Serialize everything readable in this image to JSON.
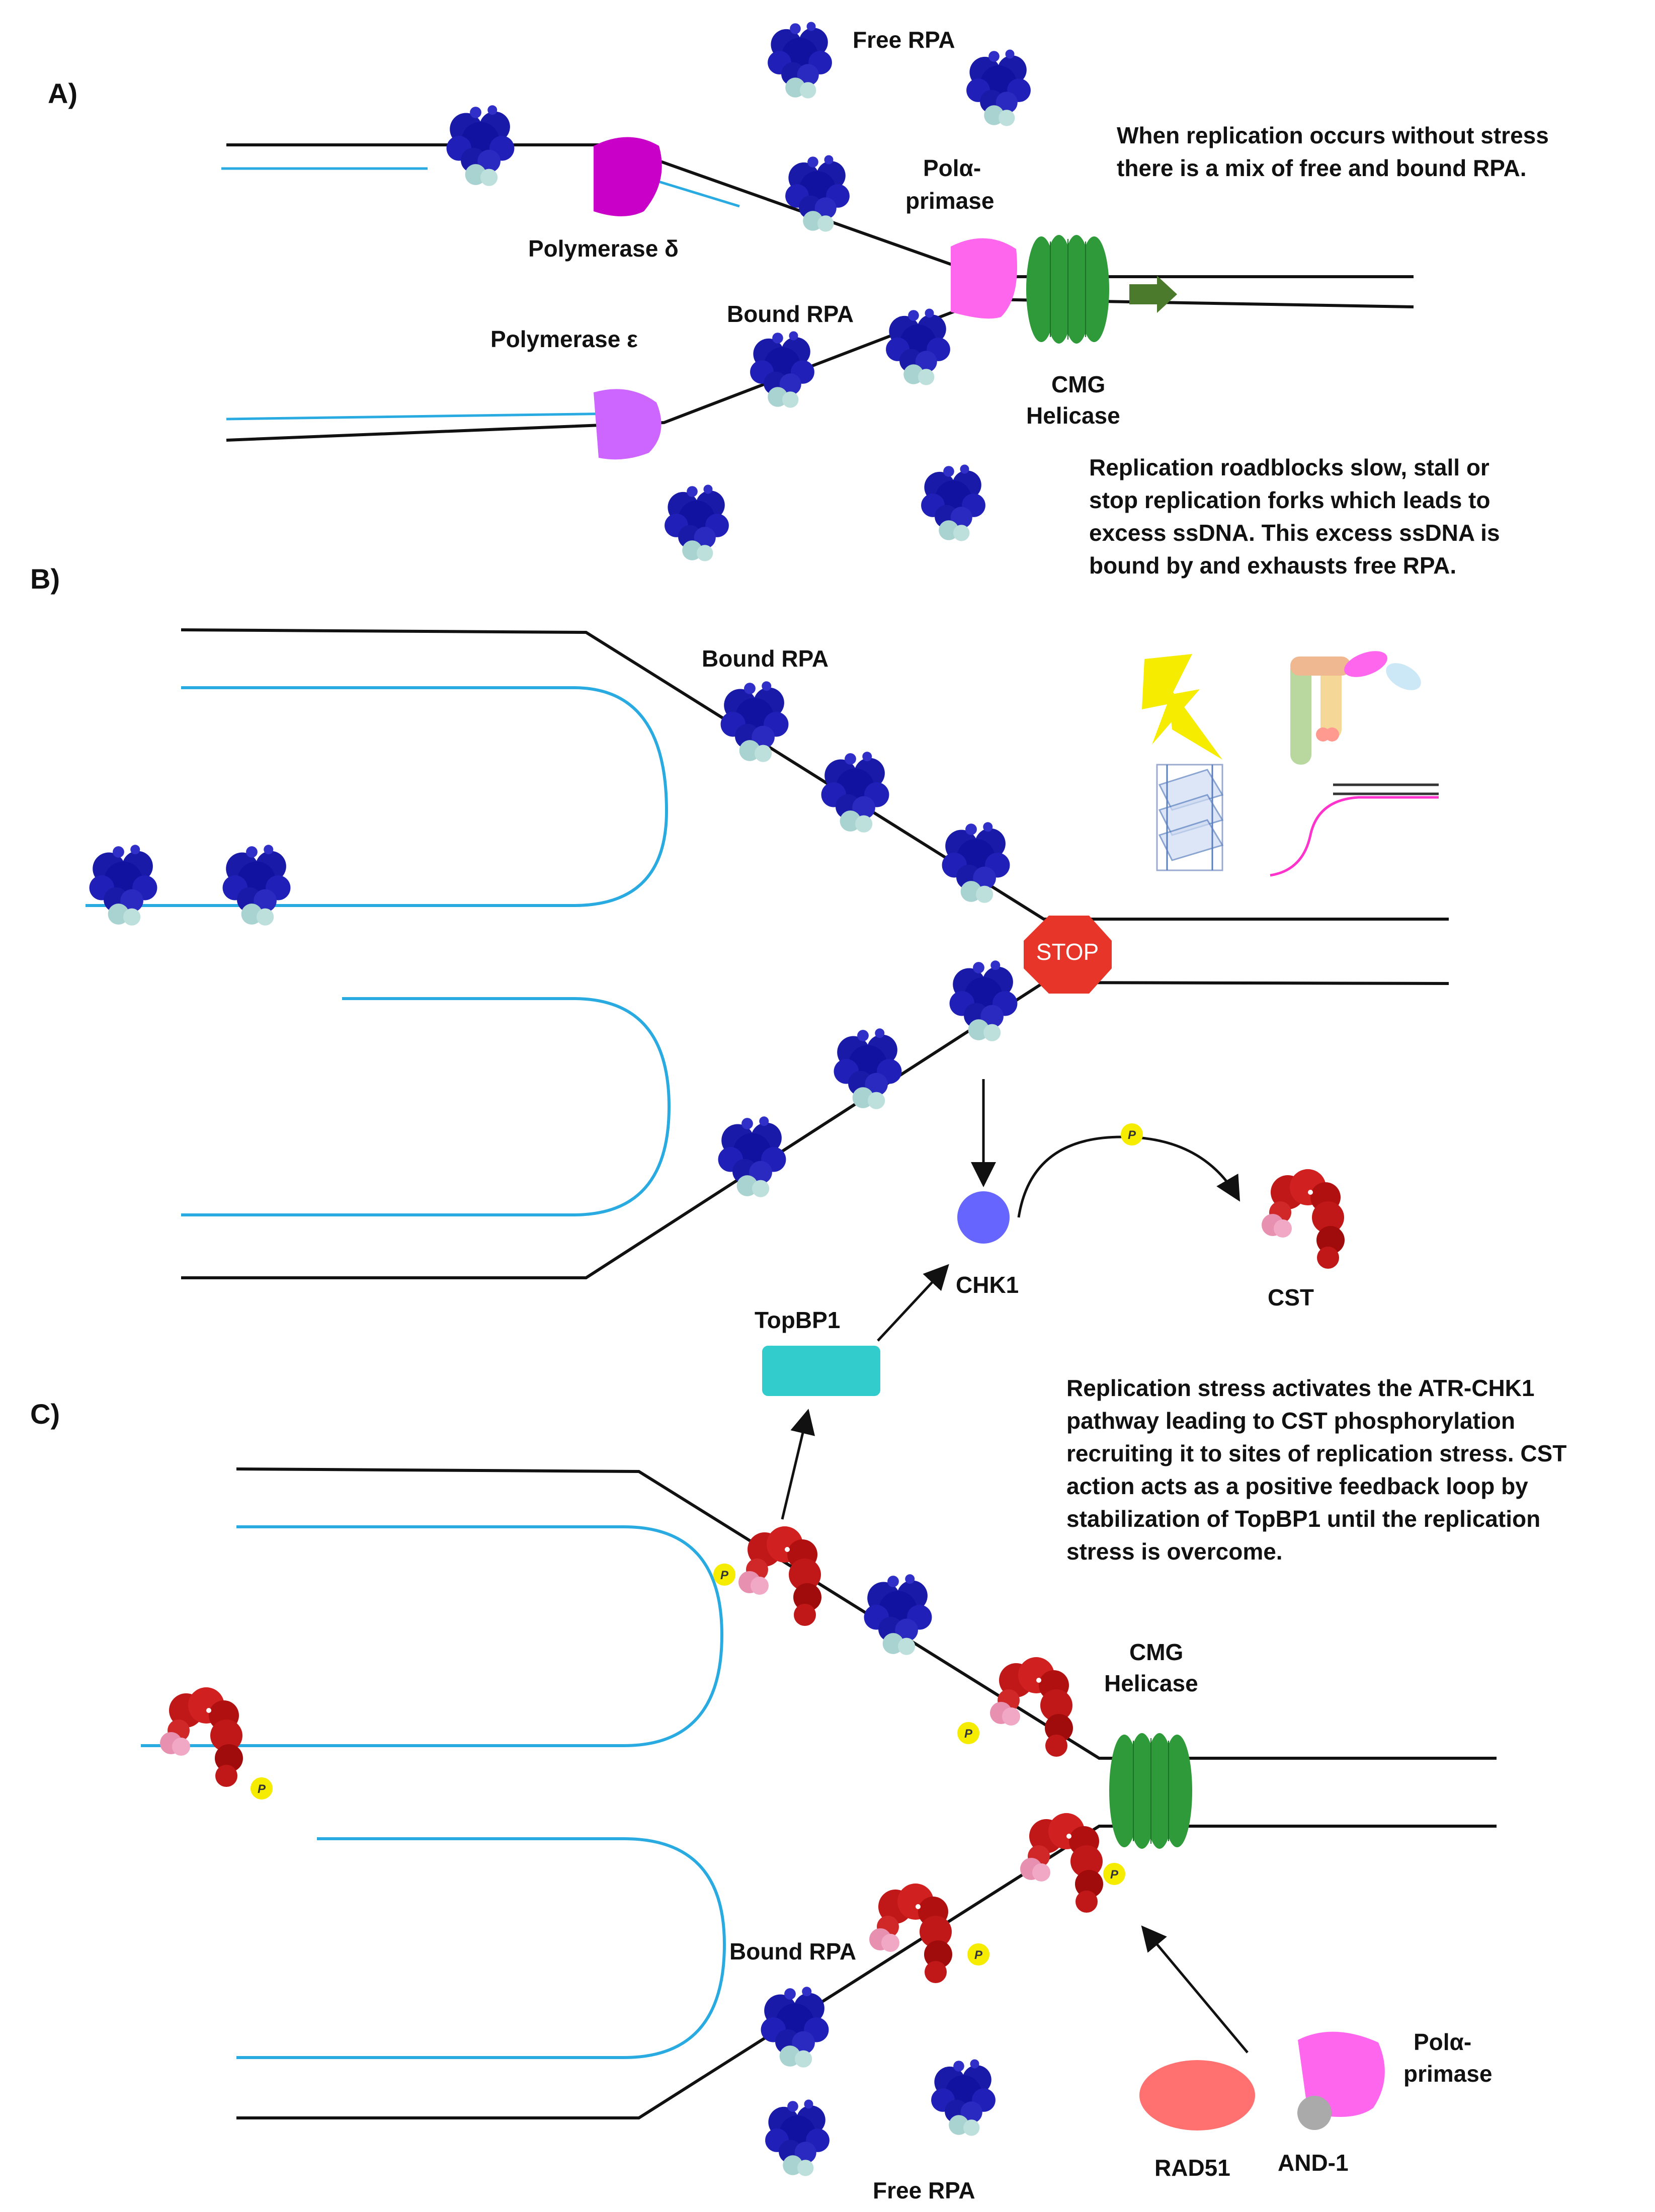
{
  "panels": {
    "a": "A)",
    "b": "B)",
    "c": "C)"
  },
  "labels": {
    "free_rpa_top": "Free RPA",
    "pol_alpha_primase_a_1": "Polα-",
    "pol_alpha_primase_a_2": "primase",
    "polymerase_delta": "Polymerase δ",
    "polymerase_epsilon": "Polymerase ε",
    "bound_rpa_a": "Bound RPA",
    "cmg_helicase_a_1": "CMG",
    "cmg_helicase_a_2": "Helicase",
    "bound_rpa_b": "Bound RPA",
    "stop": "STOP",
    "chk1": "CHK1",
    "cst": "CST",
    "topbp1": "TopBP1",
    "p": "P",
    "cmg_helicase_c_1": "CMG",
    "cmg_helicase_c_2": "Helicase",
    "bound_rpa_c": "Bound RPA",
    "free_rpa_bottom": "Free RPA",
    "rad51": "RAD51",
    "and1": "AND-1",
    "pol_alpha_primase_c_1": "Polα-",
    "pol_alpha_primase_c_2": "primase"
  },
  "notes": {
    "note_a": [
      "When replication occurs without stress",
      "there is a mix of free and bound RPA."
    ],
    "note_roadblock": [
      "Replication roadblocks slow, stall or",
      "stop replication forks which leads to",
      "excess ssDNA. This excess ssDNA is",
      "bound by and exhausts free RPA."
    ],
    "note_c": [
      "Replication stress activates the ATR-CHK1",
      "pathway leading to CST phosphorylation",
      "recruiting it to sites of replication stress. CST",
      "action acts as a positive feedback loop by",
      "stabilization of TopBP1 until the replication",
      "stress is overcome."
    ]
  },
  "colors": {
    "dna": "#111111",
    "nascent": "#29abe2",
    "rpa": "#1a1aa8",
    "rpa_light": "#a9d3d0",
    "cst": "#c01818",
    "cst_pink": "#e890b0",
    "phospho": "#f5ec00",
    "pol_delta": "#c800c8",
    "pol_alpha": "#ff66ee",
    "pol_epsilon": "#cc66ff",
    "cmg": "#2e9a3a",
    "arrow_green": "#4c7a2c",
    "stop": "#e8352a",
    "chk1": "#6666ff",
    "topbp1": "#33cccc",
    "rad51": "#ff7070",
    "and1": "#aaaaaa"
  },
  "icons": [
    "lightning-icon",
    "g-quadruplex-icon",
    "protein-complex-icon",
    "rna-dna-hybrid-icon"
  ]
}
